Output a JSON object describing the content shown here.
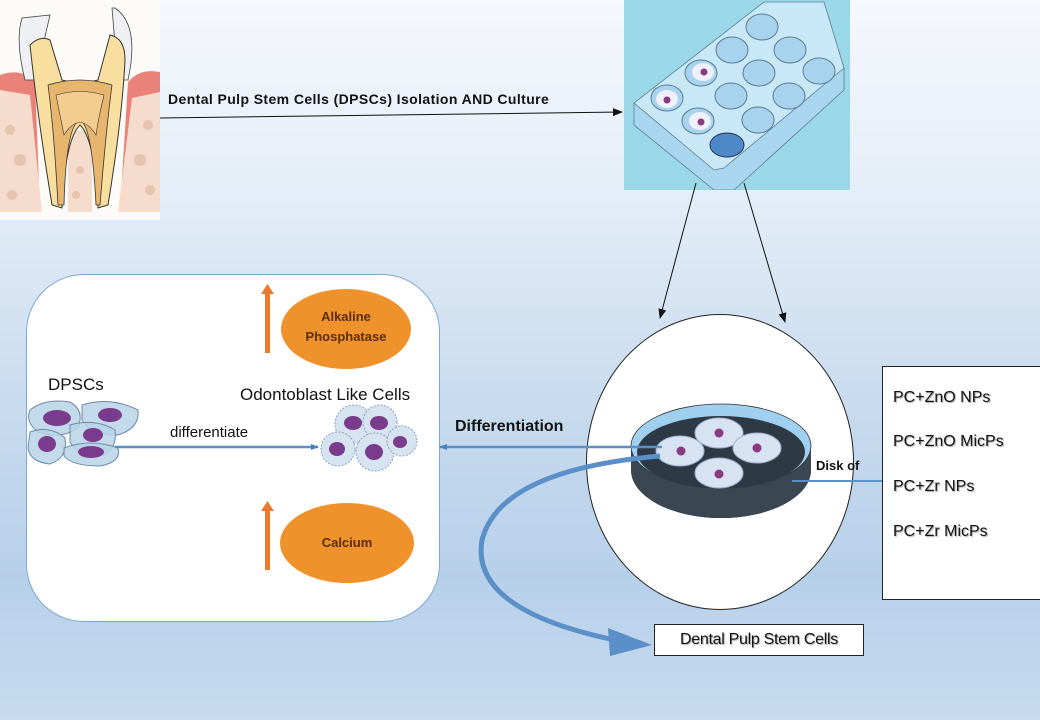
{
  "diagram": {
    "top_flow": {
      "label": "Dental Pulp Stem Cells (DPSCs) Isolation AND Culture",
      "source": "tooth-illustration",
      "target": "well-plate-illustration"
    },
    "left_panel": {
      "dpscs_label": "DPSCs",
      "arrow_label": "differentiate",
      "odontoblast_label": "Odontoblast Like Cells",
      "markers": [
        {
          "label_line1": "Alkaline",
          "label_line2": "Phosphatase",
          "direction": "increase"
        },
        {
          "label_line1": "Calcium",
          "label_line2": "",
          "direction": "increase"
        }
      ]
    },
    "center": {
      "differentiation_label": "Differentiation",
      "disk_label": "Disk of"
    },
    "treatments": [
      "PC+ZnO NPs",
      "PC+ZnO MicPs",
      "PC+Zr NPs",
      "PC+Zr MicPs"
    ],
    "bottom_box_label": "Dental Pulp Stem Cells",
    "colors": {
      "arrow_blue": "#5b8fc7",
      "orange": "#f0922b",
      "orange_arrow": "#e87b30",
      "cell_nucleus": "#7a3b8c",
      "plate_bg": "#9ad8e8"
    }
  }
}
